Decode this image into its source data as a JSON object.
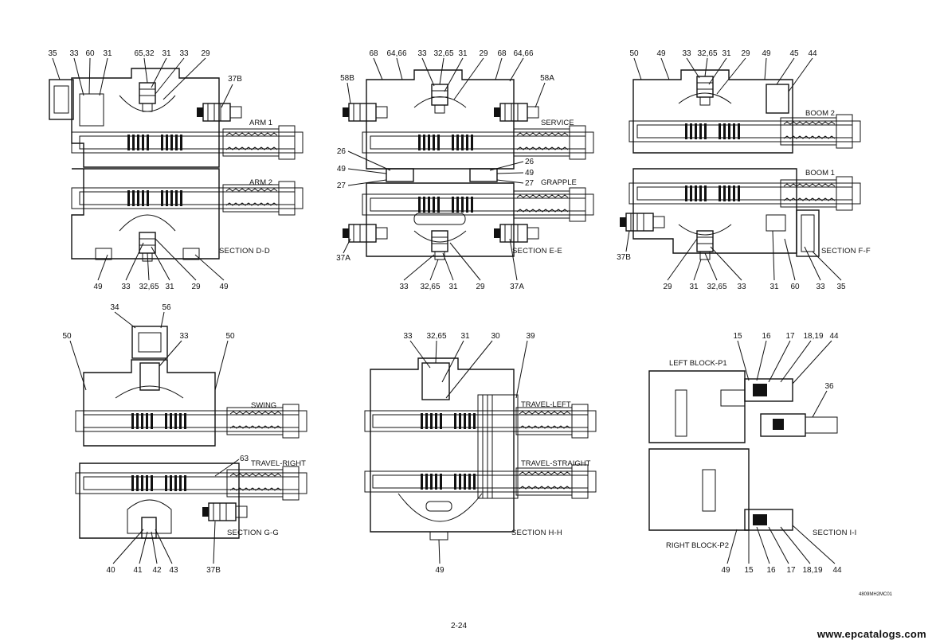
{
  "panels": {
    "dd": {
      "section": "SECTION  D-D",
      "spool_labels": [
        "ARM 1",
        "ARM 2"
      ],
      "top_callouts": [
        "35",
        "33",
        "60",
        "31",
        "65,32",
        "31",
        "33",
        "29",
        "37B"
      ],
      "bottom_callouts": [
        "49",
        "33",
        "32,65",
        "31",
        "29",
        "49"
      ]
    },
    "ee": {
      "section": "SECTION  E-E",
      "spool_labels": [
        "SERVICE",
        "GRAPPLE"
      ],
      "top_callouts": [
        "68",
        "64,66",
        "33",
        "32,65",
        "31",
        "29",
        "68",
        "64,66",
        "58B",
        "58A"
      ],
      "side_callouts": [
        "26",
        "49",
        "27",
        "26",
        "49",
        "27"
      ],
      "bottom_callouts": [
        "37A",
        "33",
        "32,65",
        "31",
        "29",
        "37A"
      ]
    },
    "ff": {
      "section": "SECTION  F-F",
      "spool_labels": [
        "BOOM 2",
        "BOOM 1"
      ],
      "top_callouts": [
        "50",
        "49",
        "33",
        "32,65",
        "31",
        "29",
        "49",
        "45",
        "44"
      ],
      "bottom_callouts": [
        "37B",
        "29",
        "31",
        "32,65",
        "33",
        "31",
        "60",
        "33",
        "35"
      ]
    },
    "gg": {
      "section": "SECTION  G-G",
      "spool_labels": [
        "SWING",
        "TRAVEL-RIGHT"
      ],
      "top_callouts": [
        "34",
        "56",
        "33",
        "50",
        "50",
        "63"
      ],
      "bottom_callouts": [
        "40",
        "41",
        "42",
        "43",
        "37B"
      ]
    },
    "hh": {
      "section": "SECTION  H-H",
      "spool_labels": [
        "TRAVEL-LEFT",
        "TRAVEL-STRAIGHT"
      ],
      "top_callouts": [
        "33",
        "32,65",
        "31",
        "30",
        "39"
      ],
      "bottom_callouts": [
        "49"
      ]
    },
    "ii": {
      "section": "SECTION  I-I",
      "block_labels": [
        "LEFT BLOCK-P1",
        "RIGHT BLOCK-P2"
      ],
      "top_callouts": [
        "15",
        "16",
        "17",
        "18,19",
        "44",
        "36"
      ],
      "bottom_callouts": [
        "49",
        "15",
        "16",
        "17",
        "18,19",
        "44"
      ]
    }
  },
  "drawing_code": "4809MH2MC01",
  "page_number": "2-24",
  "watermark": "www.epcatalogs.com"
}
